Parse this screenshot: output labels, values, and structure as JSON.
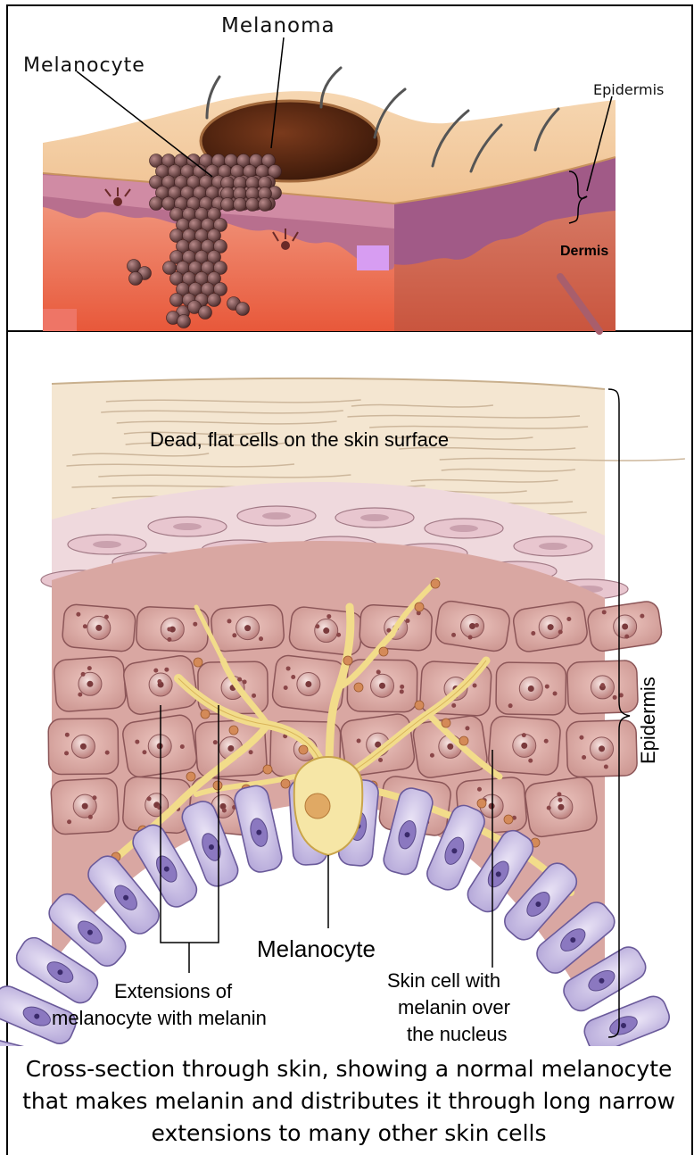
{
  "top_panel": {
    "labels": {
      "melanoma": "Melanoma",
      "melanocyte": "Melanocyte",
      "epidermis": "Epidermis",
      "dermis": "Dermis"
    }
  },
  "bottom_panel": {
    "labels": {
      "surface": "Dead, flat cells on the skin surface",
      "epidermis": "Epidermis",
      "melanocyte": "Melanocyte",
      "extensions": [
        "Extensions of",
        "melanocyte with melanin"
      ],
      "skin_cell": [
        "Skin cell with",
        "melanin over",
        "the nucleus"
      ]
    }
  },
  "caption": "Cross-section through skin, showing a normal melanocyte that makes melanin and distributes it through long narrow extensions to many other skin cells"
}
